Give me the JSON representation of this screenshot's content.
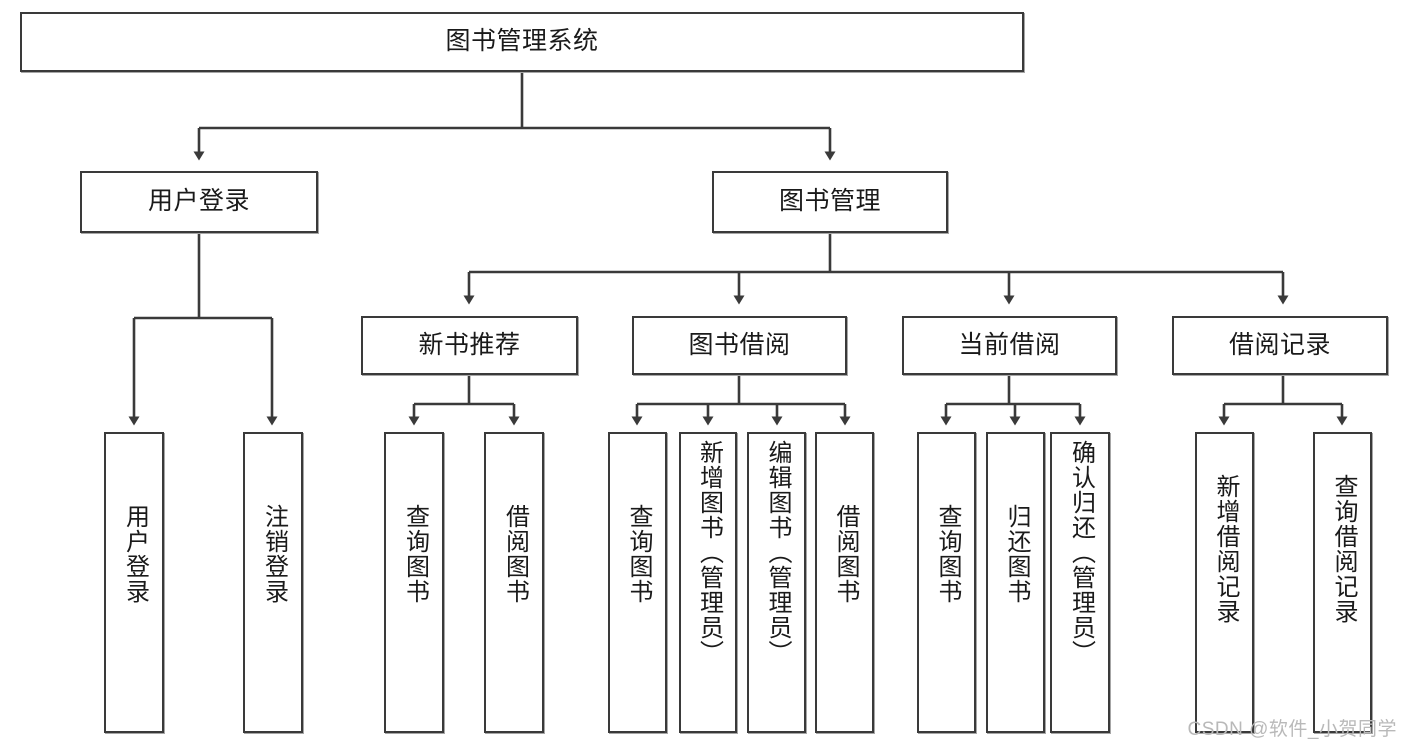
{
  "diagram": {
    "type": "tree-hierarchy",
    "title": "图书管理系统",
    "colors": {
      "stroke": "#3a3a3a",
      "fill": "#ffffff",
      "text": "#1a1a1a",
      "watermark": "#b9b9b9"
    },
    "root": {
      "label": "图书管理系统"
    },
    "level2": [
      {
        "id": "user-login",
        "label": "用户登录"
      },
      {
        "id": "book-management",
        "label": "图书管理"
      }
    ],
    "level3": [
      {
        "id": "new-book-recommend",
        "label": "新书推荐"
      },
      {
        "id": "book-borrow",
        "label": "图书借阅"
      },
      {
        "id": "current-borrow",
        "label": "当前借阅"
      },
      {
        "id": "borrow-record",
        "label": "借阅记录"
      }
    ],
    "leaves": {
      "user_login": [
        {
          "id": "leaf-user-login",
          "label": "用户登录"
        },
        {
          "id": "leaf-logout-login",
          "label": "注销登录"
        }
      ],
      "new_book_recommend": [
        {
          "id": "leaf-query-book-1",
          "label": "查询图书"
        },
        {
          "id": "leaf-borrow-book-1",
          "label": "借阅图书"
        }
      ],
      "book_borrow": [
        {
          "id": "leaf-query-book-2",
          "label": "查询图书"
        },
        {
          "id": "leaf-add-book",
          "label": "新增图书（管理员）"
        },
        {
          "id": "leaf-edit-book",
          "label": "编辑图书（管理员）"
        },
        {
          "id": "leaf-borrow-book-2",
          "label": "借阅图书"
        }
      ],
      "current_borrow": [
        {
          "id": "leaf-query-book-3",
          "label": "查询图书"
        },
        {
          "id": "leaf-return-book",
          "label": "归还图书"
        },
        {
          "id": "leaf-confirm-return",
          "label": "确认归还（管理员）"
        }
      ],
      "borrow_record": [
        {
          "id": "leaf-add-record",
          "label": "新增借阅记录"
        },
        {
          "id": "leaf-query-record",
          "label": "查询借阅记录"
        }
      ]
    }
  },
  "watermark": {
    "text": "CSDN @软件_小贺同学"
  }
}
